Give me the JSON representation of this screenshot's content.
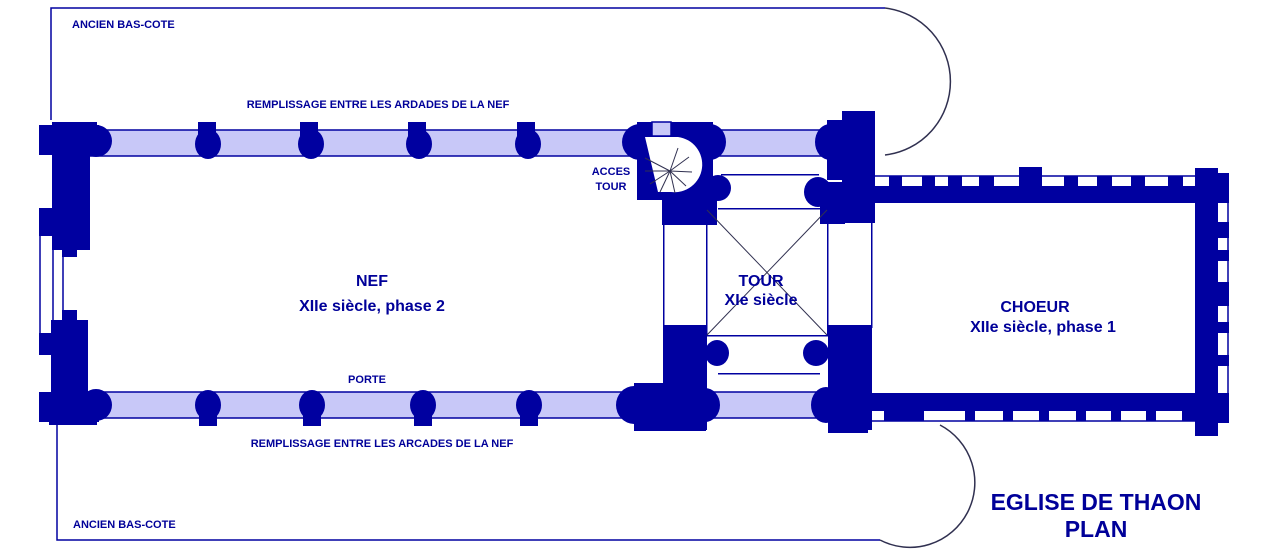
{
  "title": {
    "line1": "EGLISE DE THAON",
    "line2": "PLAN"
  },
  "labels": {
    "aisle_north": "ANCIEN BAS-COTE",
    "aisle_south": "ANCIEN BAS-COTE",
    "fill_north": "REMPLISSAGE ENTRE LES ARDADES DE LA NEF",
    "fill_south": "REMPLISSAGE ENTRE LES ARCADES DE LA NEF",
    "door": "PORTE",
    "tower_access_1": "ACCES",
    "tower_access_2": "TOUR"
  },
  "rooms": {
    "nave": {
      "name": "NEF",
      "date": "XIIe siècle, phase 2"
    },
    "tower": {
      "name": "TOUR",
      "date": "XIe siècle"
    },
    "choir": {
      "name": "CHOEUR",
      "date": "XIIe siècle, phase 1"
    }
  },
  "colors": {
    "wall": "#0000a0",
    "infill": "#c8c8f8",
    "text": "#000099"
  }
}
